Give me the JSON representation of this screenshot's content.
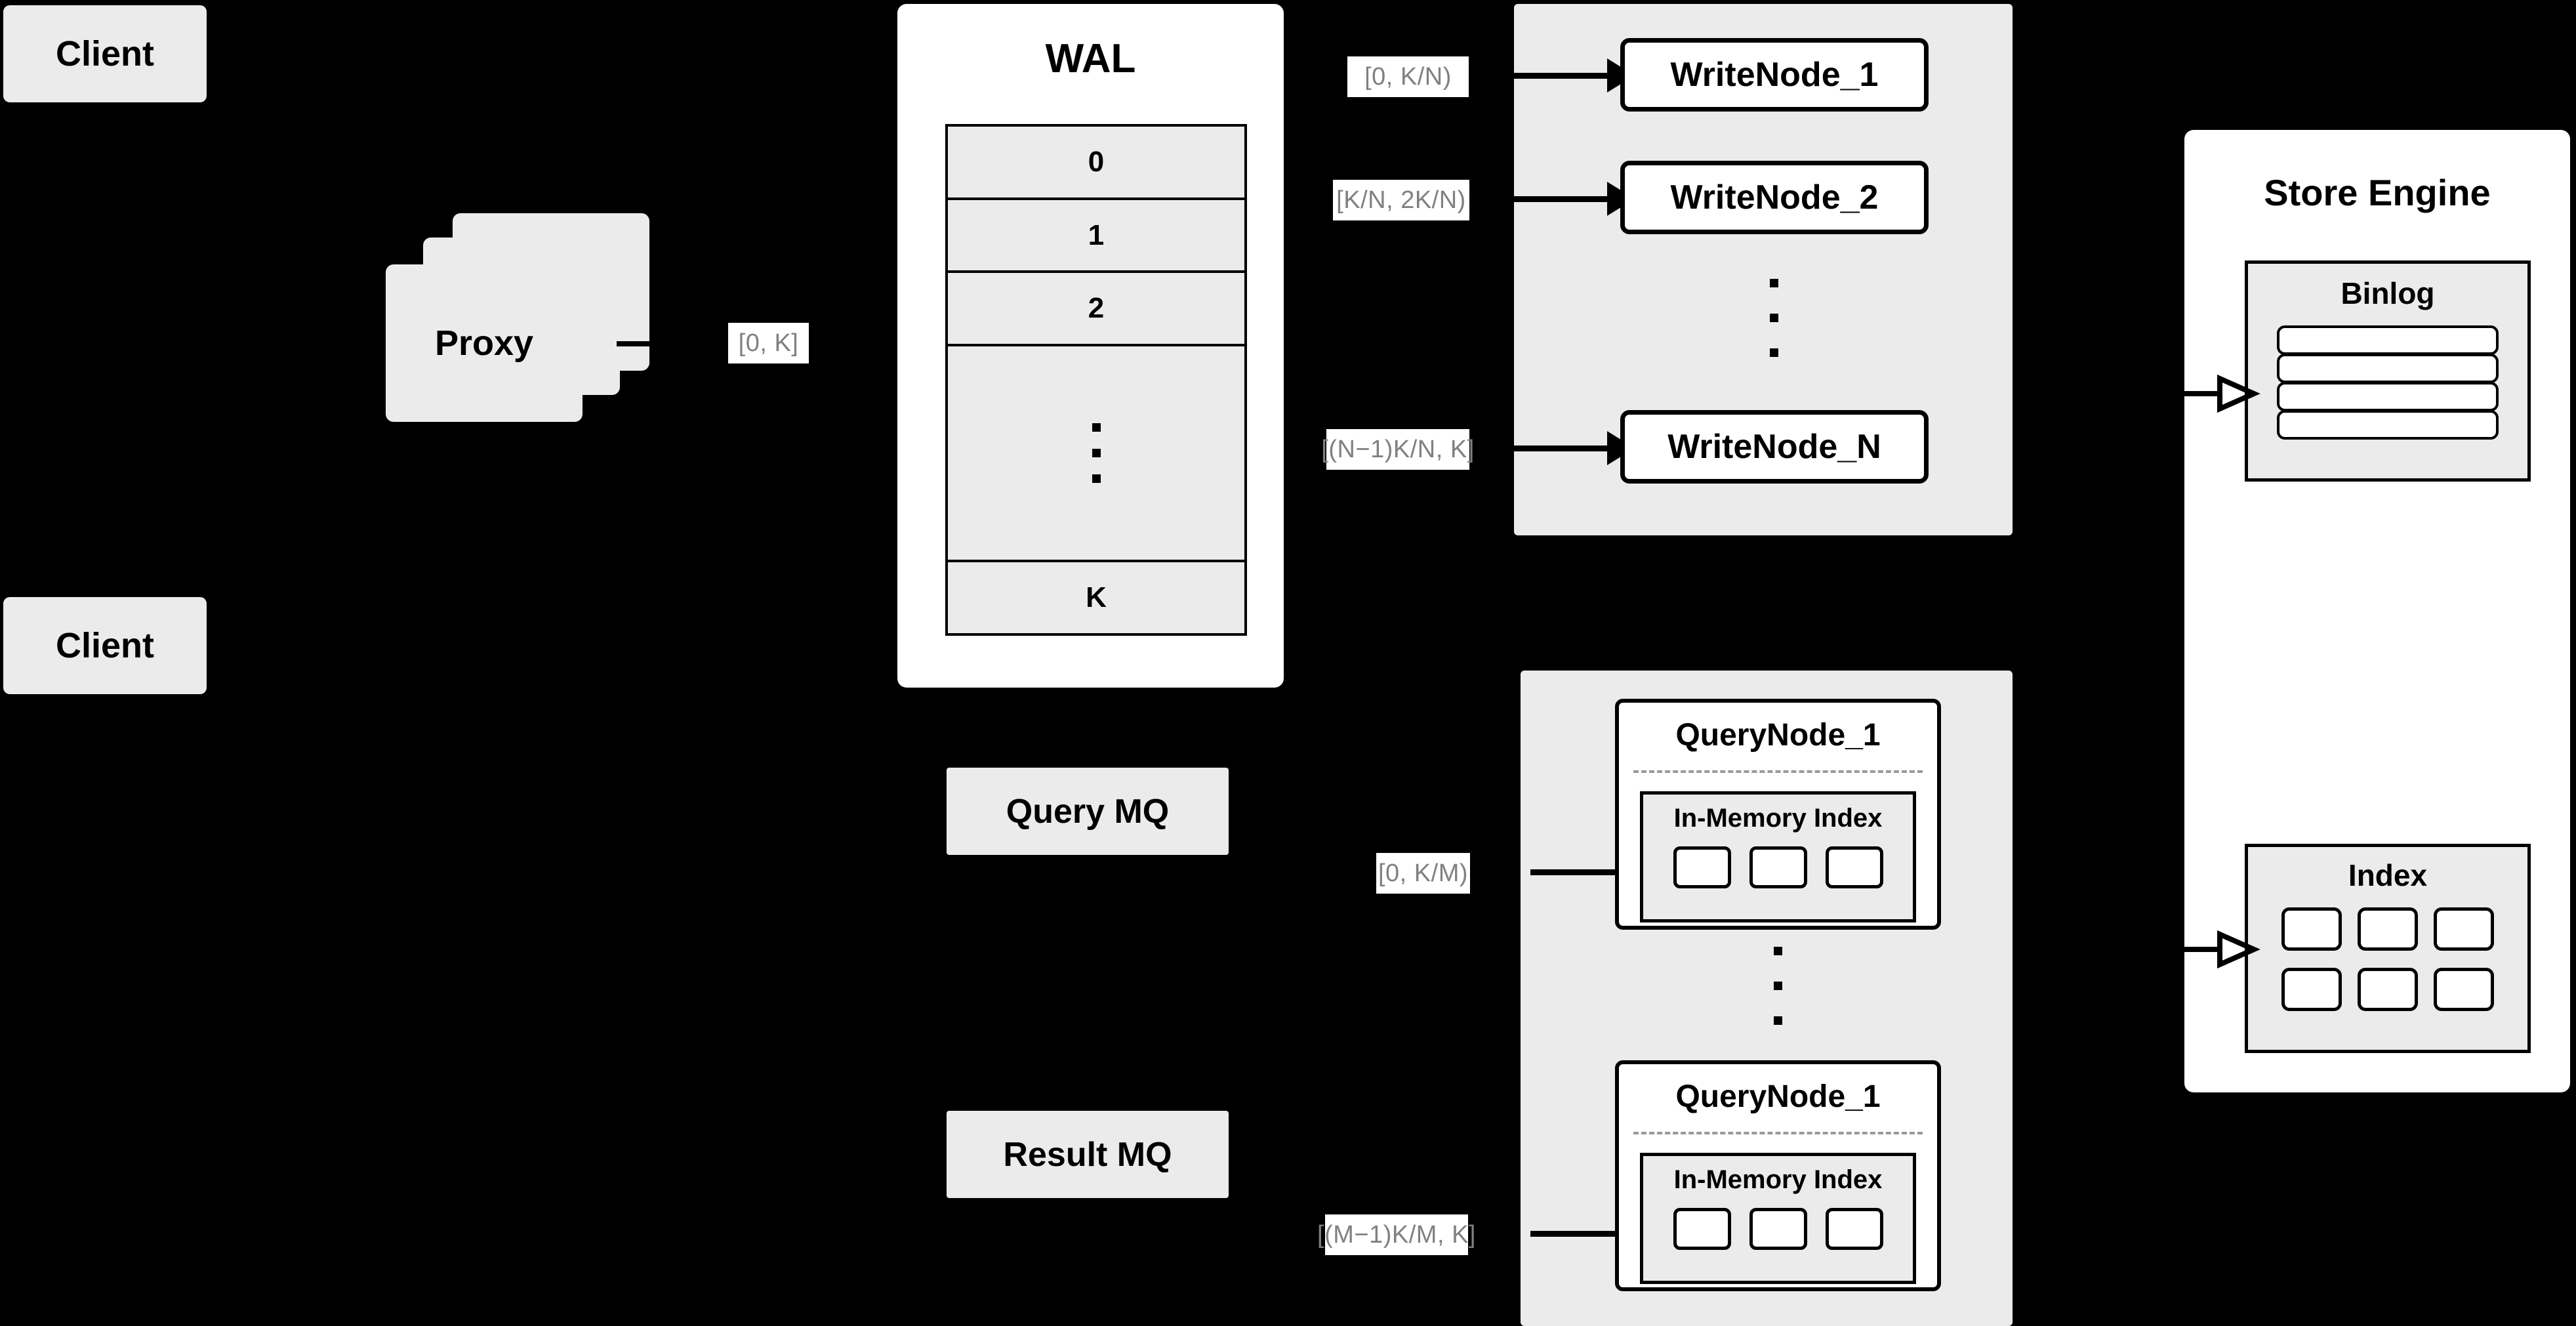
{
  "diagram": {
    "title": "Distributed Write/Query Architecture",
    "background_color": "#000000",
    "box_fill": "#ebebeb",
    "panel_fill": "#ffffff",
    "stroke_color": "#000000",
    "label_text_color": "#808080",
    "dashed_separator_color": "#999999"
  },
  "clients": [
    {
      "label": "Client"
    },
    {
      "label": "Client"
    }
  ],
  "proxy": {
    "label": "Proxy",
    "stack_count": 3
  },
  "edge_labels": {
    "proxy_to_wal": "[0, K]",
    "write_node_1": "[0,  K/N)",
    "write_node_2": "[K/N, 2K/N)",
    "write_node_n": "[(N−1)K/N,  K]",
    "query_node_1": "[0, K/M)",
    "query_node_m": "[(M−1)K/M, K]"
  },
  "wal": {
    "title": "WAL",
    "rows": [
      "0",
      "1",
      "2",
      "⋮",
      "K"
    ],
    "dot_count": 3
  },
  "write_nodes": {
    "nodes": [
      {
        "label": "WriteNode_1"
      },
      {
        "label": "WriteNode_2"
      },
      {
        "label": "WriteNode_N"
      }
    ],
    "ellipsis_dots": 3
  },
  "query_nodes": {
    "nodes": [
      {
        "label": "QueryNode_1",
        "index_title": "In-Memory Index",
        "index_cells": 3
      },
      {
        "label": "QueryNode_1",
        "index_title": "In-Memory Index",
        "index_cells": 3
      }
    ],
    "ellipsis_dots": 3
  },
  "message_queues": [
    {
      "label": "Query MQ"
    },
    {
      "label": "Result MQ"
    }
  ],
  "store_engine": {
    "title": "Store Engine",
    "binlog": {
      "title": "Binlog",
      "bar_count": 4
    },
    "index": {
      "title": "Index",
      "rows": 2,
      "cols": 3,
      "cell_count": 6
    }
  }
}
